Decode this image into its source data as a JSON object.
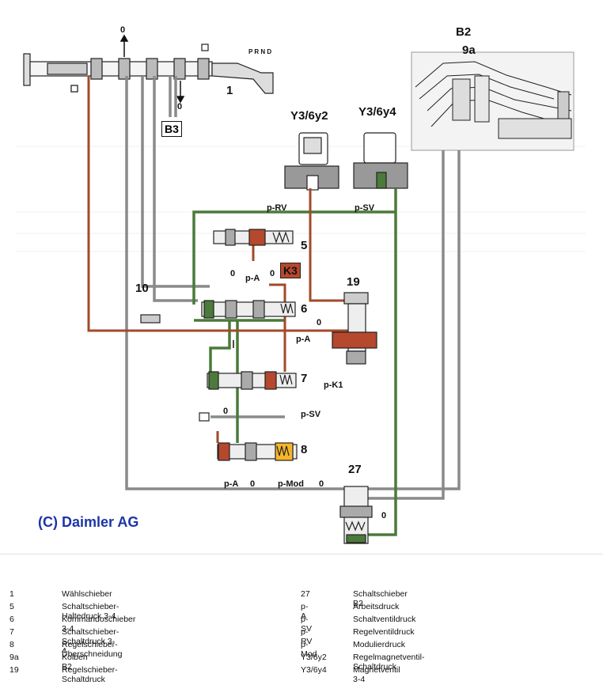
{
  "labels": {
    "b2": "B2",
    "l9a": "9a",
    "y3_6y2": "Y3/6y2",
    "y3_6y4": "Y3/6y4",
    "prnd": "P R N D",
    "b3": "B3",
    "k3": "K3",
    "n1": "1",
    "n5": "5",
    "n6": "6",
    "n7": "7",
    "n8": "8",
    "n10": "10",
    "n19": "19",
    "n27": "27",
    "zero": "0",
    "p_rv": "p-RV",
    "p_sv": "p-SV",
    "p_a": "p-A",
    "p_k1": "p-K1",
    "p_mod": "p-Mod"
  },
  "copyright": "(C) Daimler AG",
  "colors": {
    "green_line": "#4b7a3a",
    "red_line": "#b5482d",
    "grey_line": "#8a8a8a",
    "copyright_blue": "#1c35a8"
  },
  "legend": {
    "left": [
      {
        "code": "1",
        "text": "Wählschieber"
      },
      {
        "code": "5",
        "text": "Schaltschieber-Haltedruck 3-4"
      },
      {
        "code": "6",
        "text": "Kommandoschieber 3-4"
      },
      {
        "code": "7",
        "text": "Schaltschieber-Schaltdruck 3-4"
      },
      {
        "code": "8",
        "text": "Regelschieber-Überschneidung"
      },
      {
        "code": "9a",
        "text": "Kolben B2"
      },
      {
        "code": "19",
        "text": "Regelschieber-Schaltdruck"
      }
    ],
    "right": [
      {
        "code": "27",
        "text": "Schaltschieber B2"
      },
      {
        "code": "p-A",
        "text": "Arbeitsdruck"
      },
      {
        "code": "p-SV",
        "text": "Schaltventildruck"
      },
      {
        "code": "p-RV",
        "text": "Regelventildruck"
      },
      {
        "code": "p-Mod",
        "text": "Modulierdruck"
      },
      {
        "code": "Y3/6y2",
        "text": "Regelmagnetventil-Schaltdruck"
      },
      {
        "code": "Y3/6y4",
        "text": "Magnetventil 3-4"
      }
    ]
  }
}
